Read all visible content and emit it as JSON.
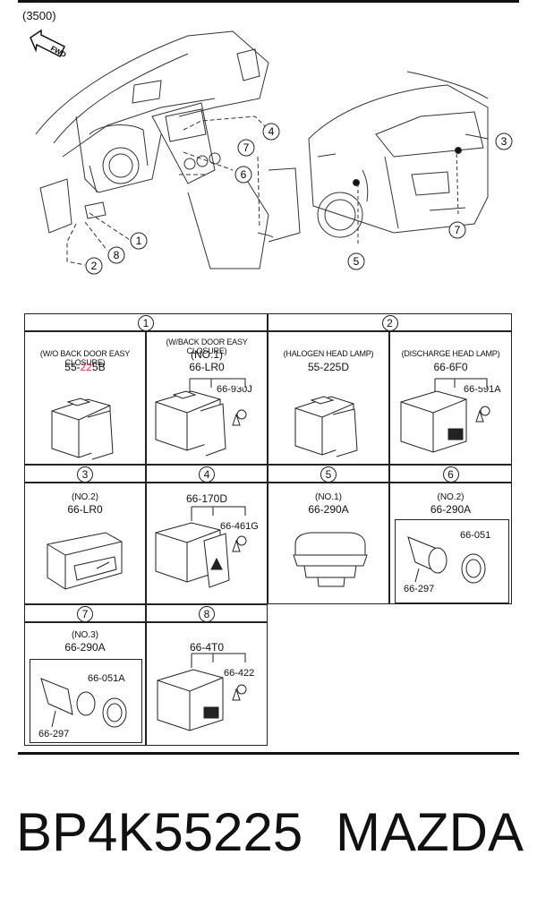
{
  "figure_code": "(3500)",
  "fwd_label": "FWD",
  "callouts": [
    "1",
    "2",
    "3",
    "4",
    "5",
    "6",
    "7",
    "8"
  ],
  "columns": [
    {
      "num": "1"
    },
    {
      "num": "2"
    }
  ],
  "rows": [
    {
      "num_left": "3",
      "num_mid": "4",
      "num_right1": "5",
      "num_right2": "6"
    },
    {
      "num_left": "7",
      "num_mid": "8"
    }
  ],
  "cells": {
    "c11": {
      "note": "(W/O BACK DOOR EASY CLOSURE)",
      "part_pre": "55-",
      "part_hl": "22",
      "part_post": "5B"
    },
    "c12": {
      "note": "(W/BACK DOOR EASY CLOSURE)",
      "sub": "(NO.1)",
      "part": "66-LR0",
      "sub_part": "66-930J"
    },
    "c21": {
      "note": "(HALOGEN HEAD LAMP)",
      "part": "55-225D"
    },
    "c22": {
      "note": "(DISCHARGE HEAD LAMP)",
      "part": "66-6F0",
      "sub_part": "66-591A"
    },
    "c3": {
      "sub": "(NO.2)",
      "part": "66-LR0"
    },
    "c4": {
      "part": "66-170D",
      "sub_part": "66-461G"
    },
    "c5": {
      "sub": "(NO.1)",
      "part": "66-290A"
    },
    "c6": {
      "sub": "(NO.2)",
      "part": "66-290A",
      "sub_part_a": "66-051",
      "sub_part_b": "66-297"
    },
    "c7": {
      "sub": "(NO.3)",
      "part": "66-290A",
      "sub_part_a": "66-051A",
      "sub_part_b": "66-297"
    },
    "c8": {
      "part": "66-4T0",
      "sub_part": "66-422"
    }
  },
  "footer": {
    "part_number": "BP4K55225",
    "brand": "MAZDA"
  }
}
